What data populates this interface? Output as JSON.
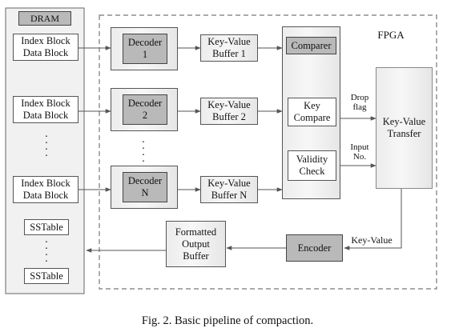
{
  "dram": {
    "title": "DRAM",
    "blocks": [
      {
        "line1": "Index Block",
        "line2": "Data Block"
      },
      {
        "line1": "Index Block",
        "line2": "Data Block"
      },
      {
        "line1": "Index Block",
        "line2": "Data Block"
      }
    ],
    "sstables": [
      "SSTable",
      "SSTable"
    ]
  },
  "fpga": {
    "title": "FPGA",
    "decoders": [
      {
        "name": "Decoder",
        "index": "1"
      },
      {
        "name": "Decoder",
        "index": "2"
      },
      {
        "name": "Decoder",
        "index": "N"
      }
    ],
    "buffers": [
      {
        "line1": "Key-Value",
        "line2": "Buffer 1"
      },
      {
        "line1": "Key-Value",
        "line2": "Buffer 2"
      },
      {
        "line1": "Key-Value",
        "line2": "Buffer N"
      }
    ],
    "comparer": "Comparer",
    "key_compare": {
      "line1": "Key",
      "line2": "Compare"
    },
    "validity_check": {
      "line1": "Validity",
      "line2": "Check"
    },
    "kv_transfer": {
      "line1": "Key-Value",
      "line2": "Transfer"
    },
    "drop_flag": {
      "line1": "Drop",
      "line2": "flag"
    },
    "input_no": {
      "line1": "Input",
      "line2": "No."
    },
    "encoder": "Encoder",
    "encoder_input": "Key-Value",
    "formatted_buffer": {
      "line1": "Formatted",
      "line2": "Output",
      "line3": "Buffer"
    }
  },
  "caption": "Fig. 2.  Basic pipeline of compaction."
}
